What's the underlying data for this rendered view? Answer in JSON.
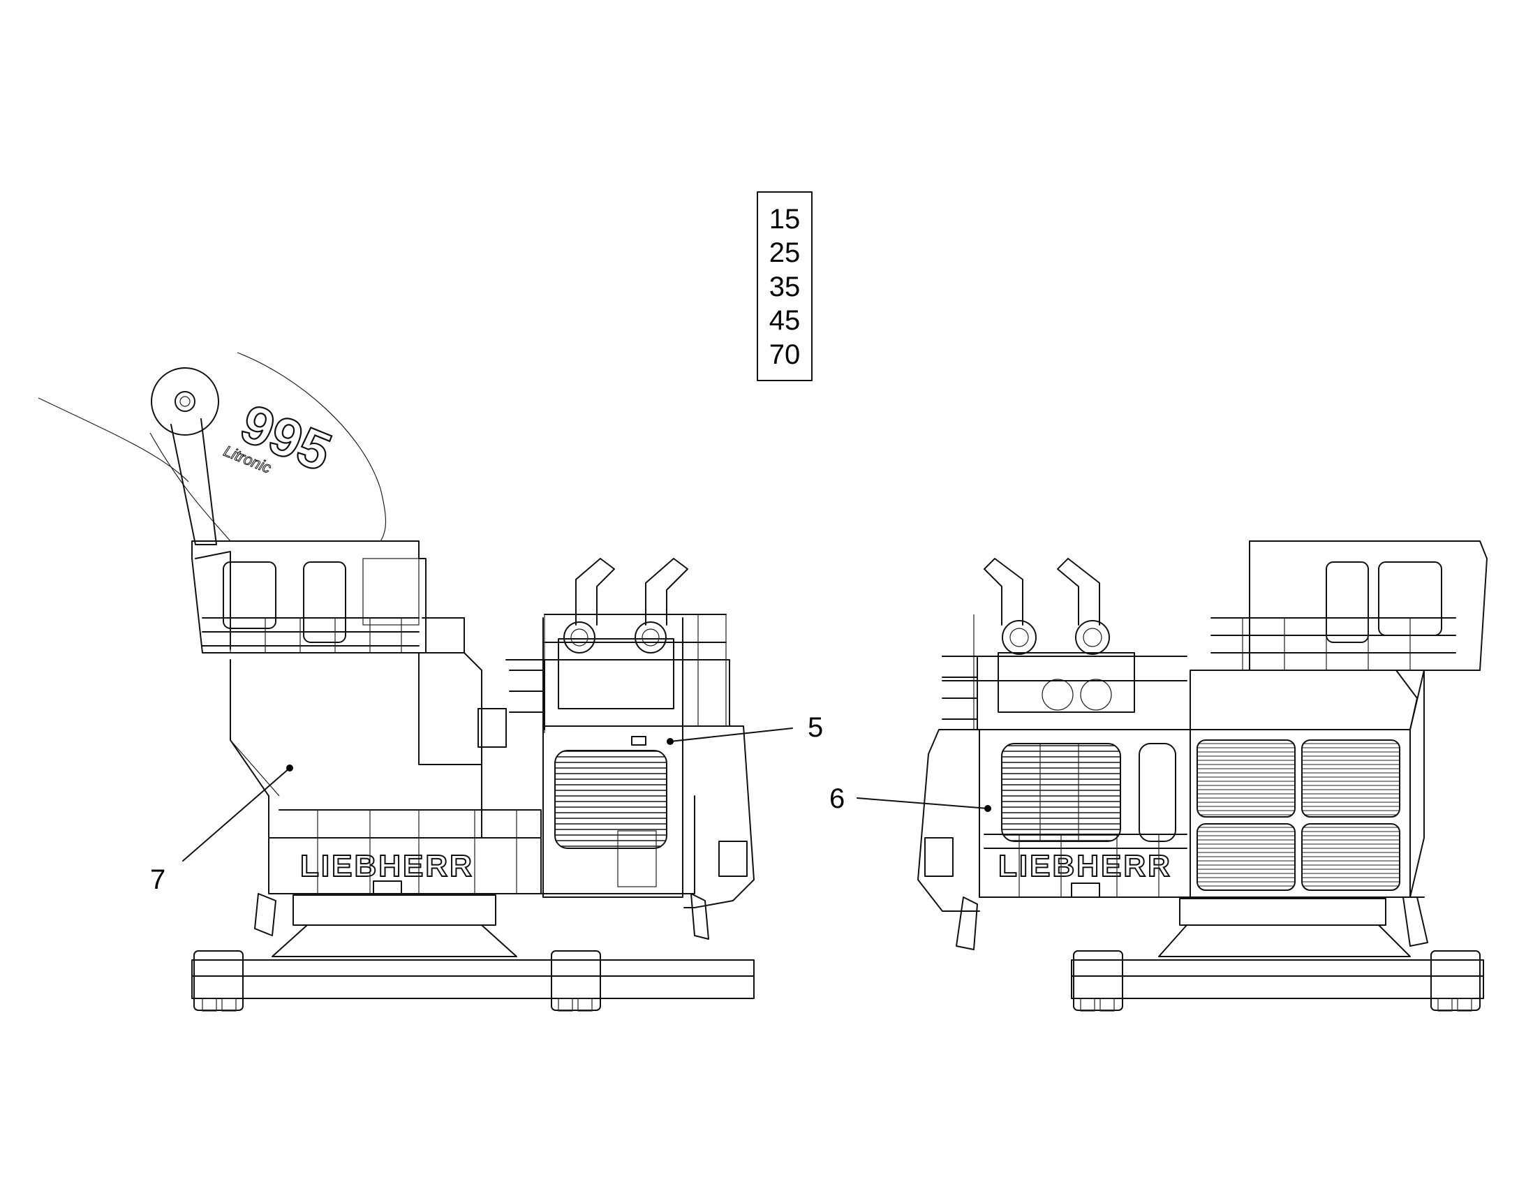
{
  "legend": {
    "values": [
      "15",
      "25",
      "35",
      "45",
      "70"
    ]
  },
  "callouts": [
    {
      "id": "5",
      "label": "5"
    },
    {
      "id": "6",
      "label": "6"
    },
    {
      "id": "7",
      "label": "7"
    }
  ],
  "decals": {
    "brand": "LIEBHERR",
    "model": "995",
    "model_sub": "Litronic"
  }
}
